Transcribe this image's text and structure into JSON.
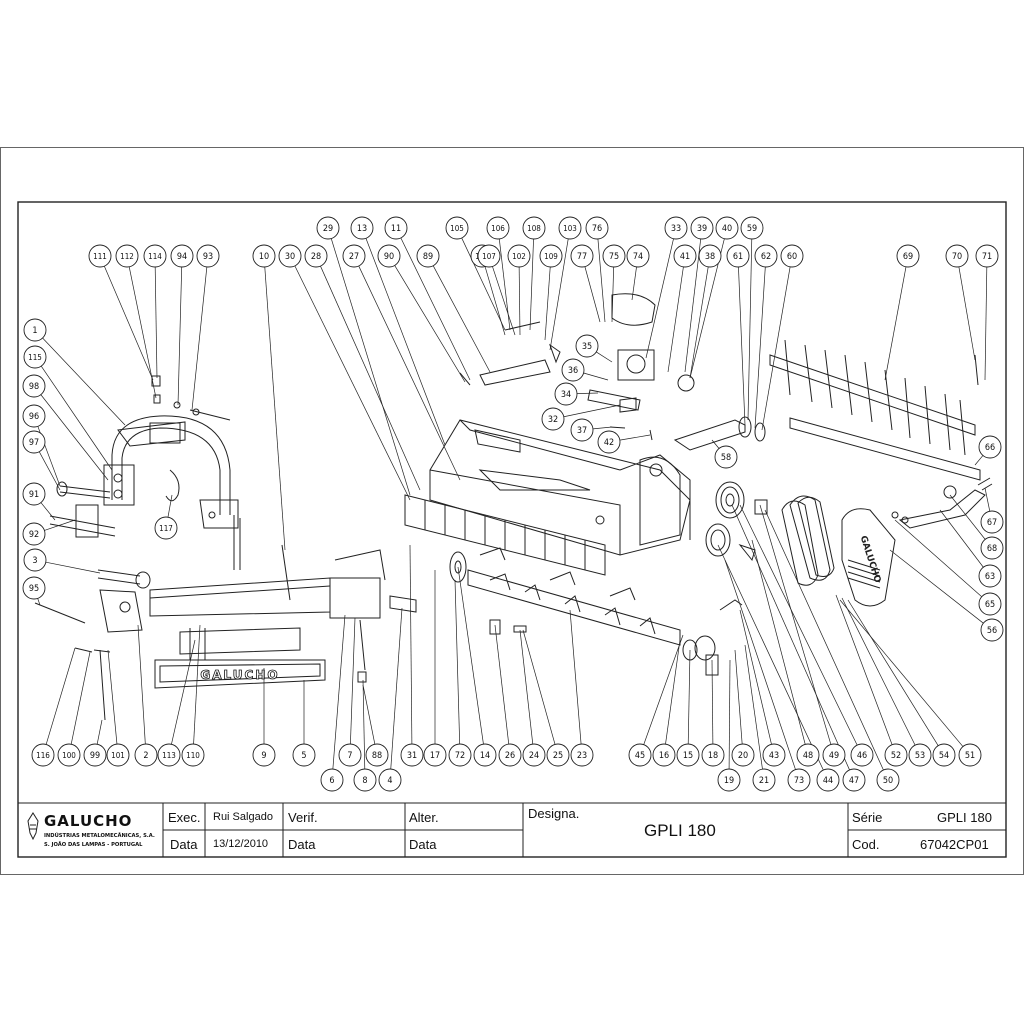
{
  "callouts": [
    "1",
    "2",
    "3",
    "4",
    "5",
    "6",
    "7",
    "8",
    "9",
    "10",
    "11",
    "13",
    "14",
    "15",
    "16",
    "17",
    "18",
    "19",
    "20",
    "21",
    "23",
    "24",
    "25",
    "26",
    "27",
    "28",
    "29",
    "30",
    "31",
    "32",
    "33",
    "34",
    "35",
    "36",
    "37",
    "38",
    "39",
    "40",
    "41",
    "42",
    "43",
    "44",
    "45",
    "46",
    "47",
    "48",
    "49",
    "50",
    "51",
    "52",
    "53",
    "54",
    "56",
    "58",
    "59",
    "60",
    "61",
    "62",
    "63",
    "65",
    "66",
    "67",
    "68",
    "69",
    "70",
    "71",
    "72",
    "73",
    "74",
    "75",
    "76",
    "77",
    "88",
    "89",
    "90",
    "91",
    "92",
    "93",
    "94",
    "95",
    "96",
    "97",
    "98",
    "99",
    "100",
    "101",
    "102",
    "103",
    "104",
    "105",
    "106",
    "107",
    "108",
    "109",
    "110",
    "111",
    "112",
    "113",
    "114",
    "115",
    "116",
    "117"
  ],
  "parts": {
    "mower_logo": "GALUCHO",
    "belt_cover_logo": "GALUCHO"
  },
  "title_block": {
    "company": {
      "name": "GALUCHO",
      "line1": "INDÚSTRIAS METALOMECÂNICAS, S.A.",
      "line2": "S. JOÃO DAS LAMPAS - PORTUGAL"
    },
    "exec_label": "Exec.",
    "exec_value": "Rui Salgado",
    "date_label": "Data",
    "date_value": "13/12/2010",
    "verif_label": "Verif.",
    "verif_date_label": "Data",
    "alter_label": "Alter.",
    "alter_date_label": "Data",
    "designation_label": "Designa.",
    "designation_value": "GPLI 180",
    "serie_label": "Série",
    "serie_value": "GPLI 180",
    "cod_label": "Cod.",
    "cod_value": "67042CP01"
  }
}
